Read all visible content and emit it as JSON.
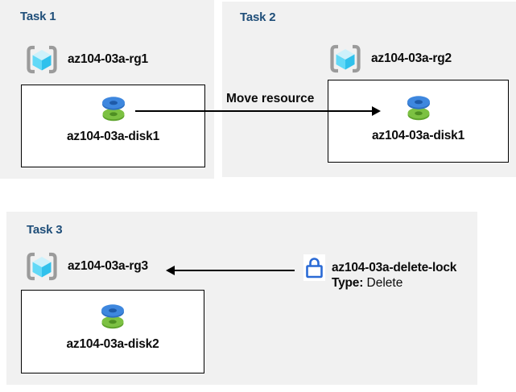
{
  "colors": {
    "title_blue": "#1F4E79",
    "panel_bg": "#F1F1F1",
    "box_bg": "#FFFFFF",
    "box_border": "#000000",
    "arrow_black": "#000000",
    "label_black": "#0B0B0B",
    "lock_blue": "#2A6AD5",
    "disk_blue_top": "#3E87DE",
    "disk_blue_side": "#2D6FC2",
    "disk_blue_hole": "#1E5AA8",
    "disk_green_top": "#7CC142",
    "disk_green_side": "#5EA32C",
    "disk_green_hole": "#4E8F22",
    "rg_bracket_gray": "#9B9B9B",
    "rg_cube_top": "#CDF1FB",
    "rg_cube_left": "#62D9F7",
    "rg_cube_right": "#30C1EC"
  },
  "icons": {
    "resource_group": "bracketed-cube",
    "disk": "stacked-disks",
    "lock": "padlock"
  },
  "tasks": [
    {
      "title": "Task 1",
      "resource_group": "az104-03a-rg1",
      "disk": "az104-03a-disk1"
    },
    {
      "title": "Task 2",
      "resource_group": "az104-03a-rg2",
      "disk": "az104-03a-disk1"
    },
    {
      "title": "Task 3",
      "resource_group": "az104-03a-rg3",
      "disk": "az104-03a-disk2"
    }
  ],
  "move_arrow": {
    "label": "Move resource"
  },
  "lock": {
    "name": "az104-03a-delete-lock",
    "type_label": "Type:",
    "type_value": "Delete"
  }
}
